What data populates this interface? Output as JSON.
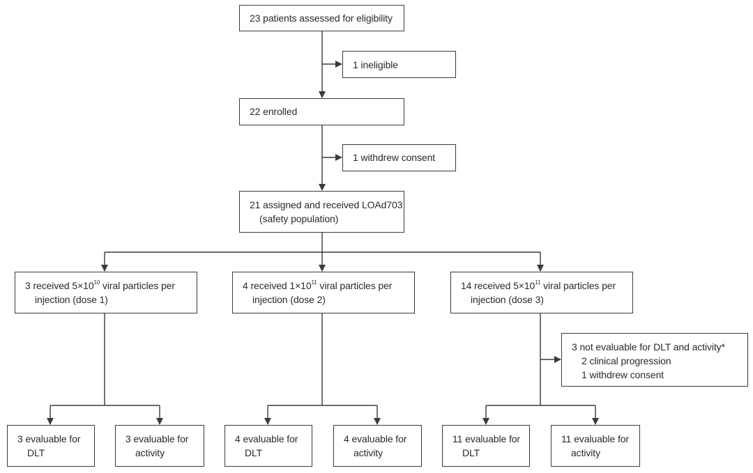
{
  "assessed": "23 patients assessed for eligibility",
  "ineligible": "1 ineligible",
  "enrolled": "22 enrolled",
  "withdrew": "1 withdrew consent",
  "assigned": {
    "line1": "21 assigned and received LOAd703",
    "line2": "(safety population)"
  },
  "dose1": {
    "pre": "3 received 5×10",
    "exp": "10",
    "post": " viral particles per",
    "line2": "injection (dose 1)"
  },
  "dose2": {
    "pre": "4 received 1×10",
    "exp": "11",
    "post": " viral particles per",
    "line2": "injection (dose 2)"
  },
  "dose3": {
    "pre": "14 received 5×10",
    "exp": "11",
    "post": " viral particles per",
    "line2": "injection (dose 3)"
  },
  "not_evaluable": {
    "line1": "3 not evaluable for DLT and activity*",
    "line2": "2 clinical progression",
    "line3": "1 withdrew consent"
  },
  "outcomes": [
    {
      "line1": "3 evaluable for",
      "line2": "DLT"
    },
    {
      "line1": "3 evaluable for",
      "line2": "activity"
    },
    {
      "line1": "4 evaluable for",
      "line2": "DLT"
    },
    {
      "line1": "4 evaluable for",
      "line2": "activity"
    },
    {
      "line1": "11 evaluable for",
      "line2": "DLT"
    },
    {
      "line1": "11 evaluable for",
      "line2": "activity"
    }
  ]
}
